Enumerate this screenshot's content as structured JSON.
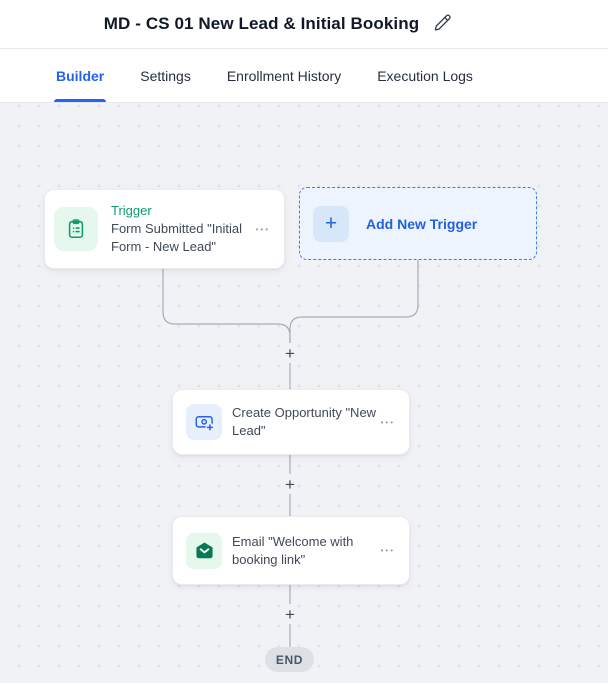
{
  "header": {
    "title": "MD - CS 01 New Lead & Initial Booking",
    "edit_icon": "pencil-icon"
  },
  "tabs": [
    {
      "label": "Builder",
      "active": true
    },
    {
      "label": "Settings",
      "active": false
    },
    {
      "label": "Enrollment History",
      "active": false
    },
    {
      "label": "Execution Logs",
      "active": false
    }
  ],
  "canvas": {
    "plus_node": "+",
    "trigger_card": {
      "category": "Trigger",
      "title": "Form Submitted \"Initial Form - New Lead\"",
      "icon": "clipboard-form-icon",
      "menu": "•••"
    },
    "add_trigger_button": {
      "label": "Add New Trigger",
      "plus": "+"
    },
    "steps": [
      {
        "title": "Create Opportunity \"New Lead\"",
        "icon": "opportunity-icon",
        "menu": "•••"
      },
      {
        "title": "Email \"Welcome with booking link\"",
        "icon": "email-open-icon",
        "menu": "•••"
      }
    ],
    "end_label": "END"
  },
  "colors": {
    "accent_blue": "#2563eb",
    "trigger_green": "#0d9c6d",
    "email_green": "#057a55",
    "canvas_bg": "#f0f2f5",
    "connector_gray": "#a6adb8"
  }
}
